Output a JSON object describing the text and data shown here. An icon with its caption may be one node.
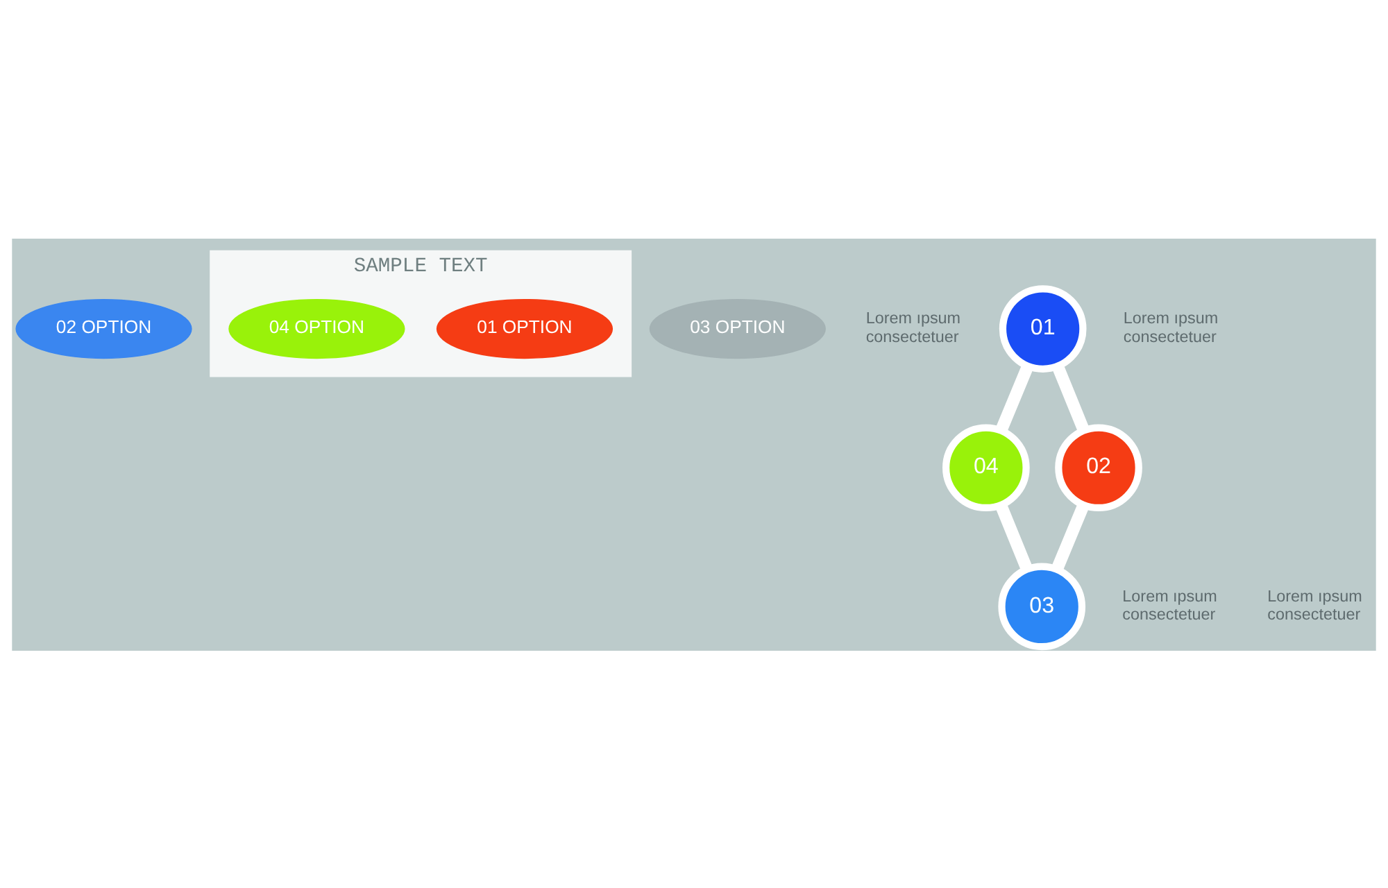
{
  "diagram": {
    "nodes": [
      {
        "text": [
          "02 OPTION"
        ]
      },
      {
        "text": [
          "SAMPLE TEXT"
        ]
      },
      {
        "text": [
          "01 OPTION"
        ],
        "in": 1
      },
      {
        "text": [
          "04 OPTION"
        ],
        "in": 1
      },
      {
        "text": [
          "03 OPTION"
        ]
      },
      {
        "text": [
          "01"
        ]
      },
      {
        "text": [
          "04"
        ]
      },
      {
        "text": [
          "02"
        ]
      },
      {
        "text": [
          "03"
        ]
      }
    ],
    "edges": [
      {
        "from": 5,
        "to": 7,
        "arrow": "none"
      },
      {
        "from": 5,
        "to": 6,
        "arrow": "none"
      },
      {
        "from": 7,
        "to": 8,
        "arrow": "none"
      },
      {
        "from": 6,
        "to": 8,
        "arrow": "none"
      }
    ],
    "labels": [
      "Lorem ıpsum consectetuer",
      "Lorem ıpsum consectetuer",
      "Lorem ıpsum consectetuer",
      "Lorem ıpsum consectetuer"
    ]
  }
}
